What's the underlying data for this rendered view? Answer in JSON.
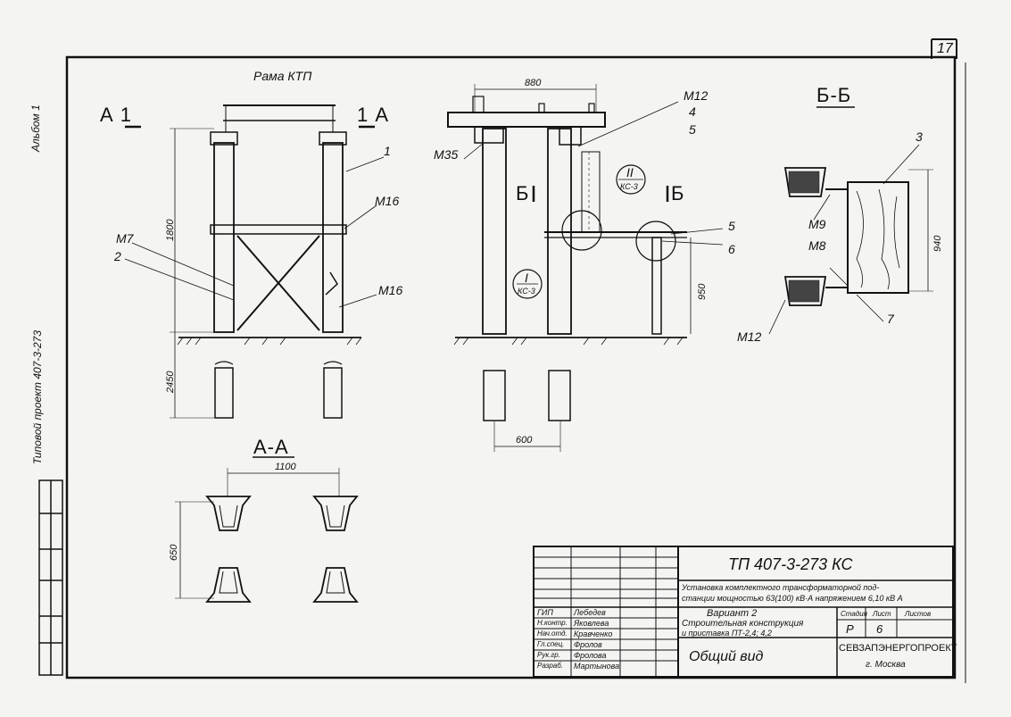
{
  "sheet": {
    "number": "17",
    "code": "ТП 407-3-273  КС",
    "title_line1": "Установка комплектного трансформаторной под-",
    "title_line2": "станции мощностью 63(100) кВ·А напряжением 6,10 кВ А",
    "variant": "Вариант 2",
    "section_line1": "Строительная конструкция",
    "section_line2": "и приставка ПТ-2,4; 4,2",
    "drawing_name": "Общий вид",
    "stage_header": "Стадия",
    "sheet_header": "Лист",
    "sheets_header": "Листов",
    "stage_value": "Р",
    "sheet_value": "6",
    "org": "СЕВЗАПЭНЕРГОПРОЕКТ",
    "city": "г. Москва"
  },
  "signatures": [
    {
      "role": "ГИП",
      "name": "Лебедев"
    },
    {
      "role": "Н.контр.",
      "name": "Яковлева"
    },
    {
      "role": "Нач.отд.",
      "name": "Кравченко"
    },
    {
      "role": "Гл.спец.",
      "name": "Фролов"
    },
    {
      "role": "Рук.гр.",
      "name": "Фролова"
    },
    {
      "role": "Разраб.",
      "name": "Мартынова"
    }
  ],
  "left_margin": {
    "stamp": "Альбом 1",
    "copy_note": "Типовой проект 407-3-273"
  },
  "views": {
    "section_a1": "А 1",
    "section_1a": "1 А",
    "section_aa": "А-А",
    "section_bb": "Б-Б",
    "cut_b_left": "Б",
    "cut_b_right": "Б",
    "frame_label": "Рама КТП"
  },
  "dimensions": {
    "d1800": "1800",
    "d2450": "2450",
    "d880": "880",
    "d950": "950",
    "d600": "600",
    "d940": "940",
    "d1100": "1100",
    "d650": "650"
  },
  "callouts": {
    "m7": "М7",
    "m16a": "М16",
    "m16b": "М16",
    "p1": "1",
    "p2": "2",
    "m35": "М35",
    "m12top": "М12",
    "p4": "4",
    "p5a": "5",
    "p5b": "5",
    "p6": "6",
    "node1": "I",
    "node1_ref": "КС-3",
    "node2": "II",
    "node2_ref": "КС-3",
    "p3": "3",
    "m9": "М9",
    "m8": "М8",
    "p7": "7",
    "m12bot": "М12"
  }
}
